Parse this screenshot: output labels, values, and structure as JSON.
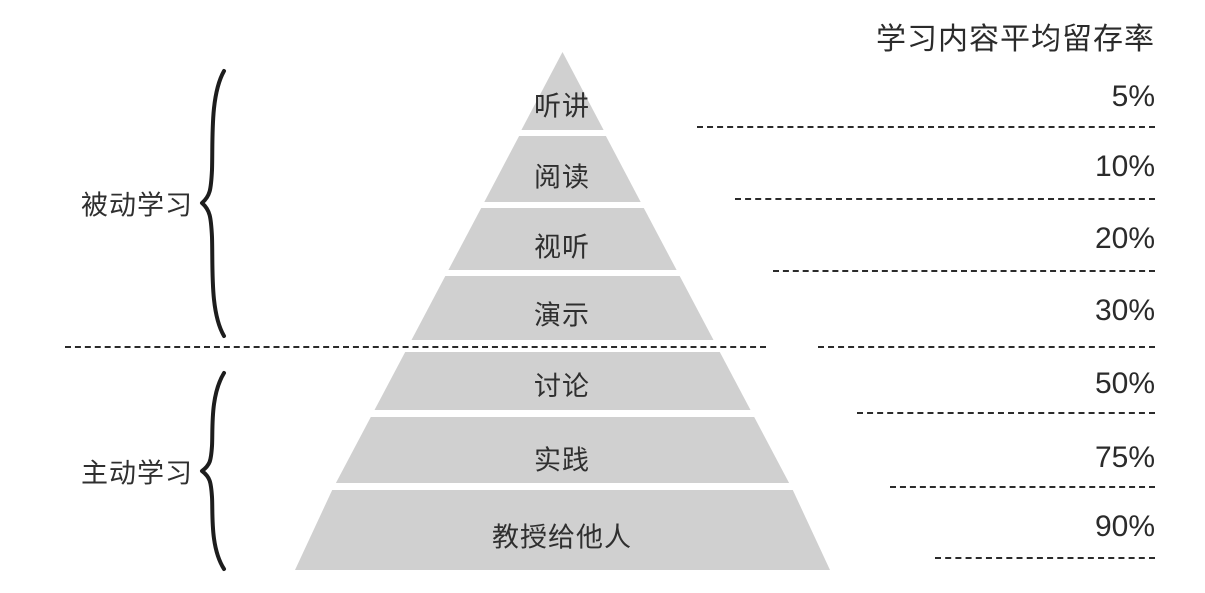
{
  "column_title": "学习内容平均留存率",
  "chart_data": {
    "type": "bar",
    "title": "学习内容平均留存率",
    "subtitle": "",
    "xlabel": "",
    "ylabel": "",
    "categories": [
      "听讲",
      "阅读",
      "视听",
      "演示",
      "讨论",
      "实践",
      "教授给他人"
    ],
    "values": [
      5,
      10,
      20,
      30,
      50,
      75,
      90
    ],
    "value_labels": [
      "5%",
      "10%",
      "20%",
      "30%",
      "50%",
      "75%",
      "90%"
    ],
    "groups": [
      {
        "name": "被动学习",
        "categories": [
          "听讲",
          "阅读",
          "视听",
          "演示"
        ]
      },
      {
        "name": "主动学习",
        "categories": [
          "讨论",
          "实践",
          "教授给他人"
        ]
      }
    ],
    "ylim": [
      0,
      100
    ],
    "grid": false,
    "legend": false
  },
  "pyramid": {
    "fill_color": "#d0d0d0",
    "layers": [
      {
        "label": "听讲",
        "percent": "5%"
      },
      {
        "label": "阅读",
        "percent": "10%"
      },
      {
        "label": "视听",
        "percent": "20%"
      },
      {
        "label": "演示",
        "percent": "30%"
      },
      {
        "label": "讨论",
        "percent": "50%"
      },
      {
        "label": "实践",
        "percent": "75%"
      },
      {
        "label": "教授给他人",
        "percent": "90%"
      }
    ]
  },
  "groups": {
    "passive": "被动学习",
    "active": "主动学习"
  },
  "percentages": [
    "5%",
    "10%",
    "20%",
    "30%",
    "50%",
    "75%",
    "90%"
  ],
  "colors": {
    "pyramid_fill": "#d0d0d0",
    "text": "#2b2b2b",
    "line": "#2b2b2b",
    "background": "#ffffff"
  }
}
